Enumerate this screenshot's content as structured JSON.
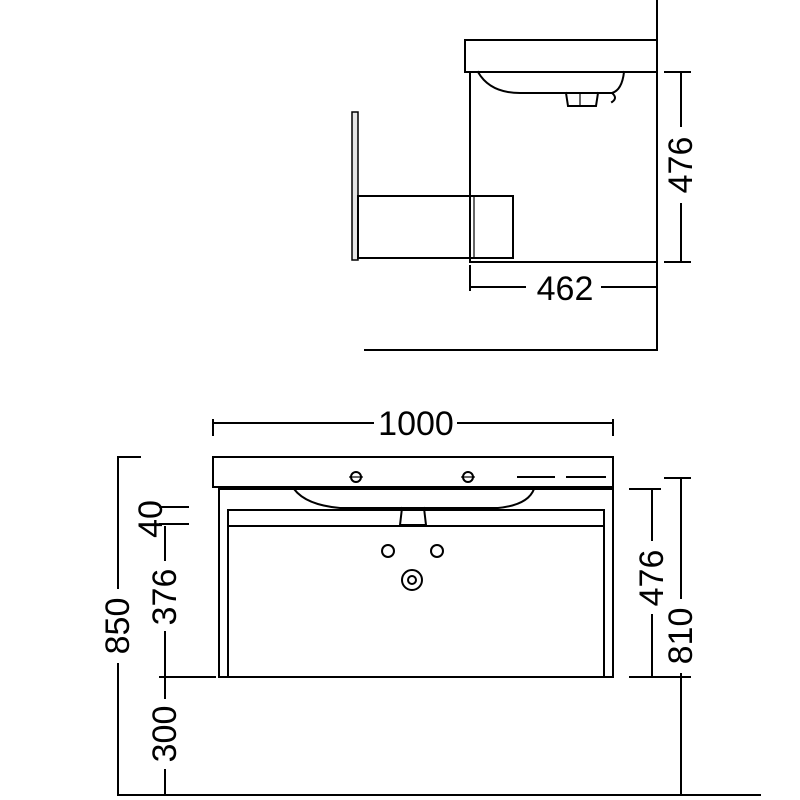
{
  "dimensions": {
    "side_height": "476",
    "side_depth": "462",
    "front_width": "1000",
    "top_thickness": "40",
    "drawer_height": "376",
    "total_height": "850",
    "floor_clearance": "300",
    "front_unit_height": "476",
    "front_total_height": "810"
  }
}
